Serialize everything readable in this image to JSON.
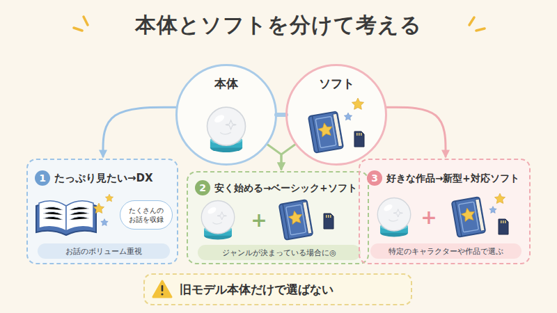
{
  "diagram": {
    "title": "本体とソフトを分けて考える",
    "nodes": [
      {
        "text": [
          "本体"
        ]
      },
      {
        "text": [
          "ソフト"
        ]
      },
      {
        "text": [
          "たっぷり見たい→DX"
        ]
      },
      {
        "text": [
          "1"
        ],
        "in": 2
      },
      {
        "text": [
          "たくさんの お話を収録"
        ],
        "in": 2
      },
      {
        "text": [
          "お話のボリューム重視"
        ],
        "in": 2
      },
      {
        "text": [
          "安く始める→ベーシック+ソフト"
        ]
      },
      {
        "text": [
          "2"
        ],
        "in": 6
      },
      {
        "text": [
          "ジャンルが決まっている場合に◎"
        ],
        "in": 6
      },
      {
        "text": [
          "好きな作品→新型+対応ソフト"
        ]
      },
      {
        "text": [
          "3"
        ],
        "in": 9
      },
      {
        "text": [
          "特定のキャラクターや作品で選ぶ"
        ],
        "in": 9
      },
      {
        "text": [
          "旧モデル本体だけで選ばない"
        ]
      }
    ],
    "edges": [
      {
        "from": 0,
        "to": 2,
        "arrow": "to"
      },
      {
        "from": 0,
        "to": 1,
        "arrow": "none"
      },
      {
        "from": 0,
        "to": 6,
        "arrow": "to"
      },
      {
        "from": 1,
        "to": 6,
        "arrow": "to"
      },
      {
        "from": 1,
        "to": 9,
        "arrow": "to"
      }
    ],
    "labels": [
      "+",
      "+"
    ]
  }
}
